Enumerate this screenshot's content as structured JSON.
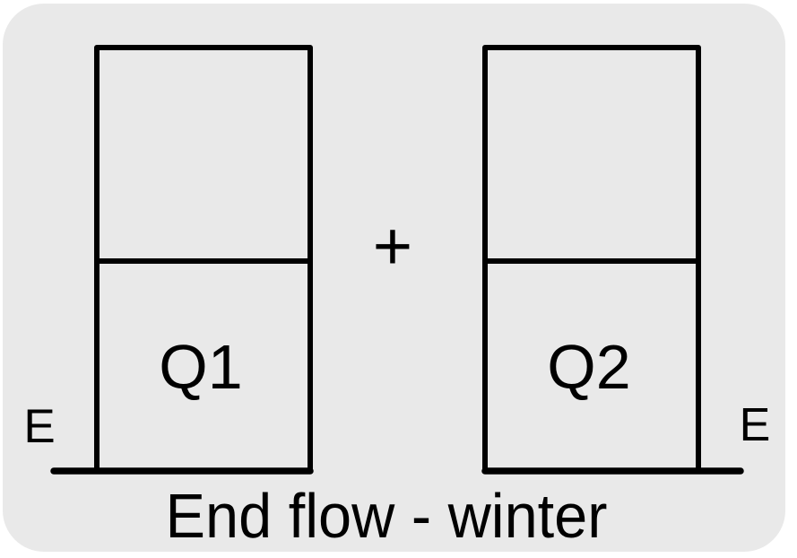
{
  "diagram": {
    "caption": "End flow - winter",
    "operator": "+",
    "boxes": [
      {
        "label": "Q1",
        "position": "left"
      },
      {
        "label": "Q2",
        "position": "right"
      }
    ],
    "left_marker": "E",
    "right_marker": "E",
    "colors": {
      "page_background": "#ffffff",
      "card_background": "#e9e9e9",
      "ink": "#000000"
    }
  }
}
